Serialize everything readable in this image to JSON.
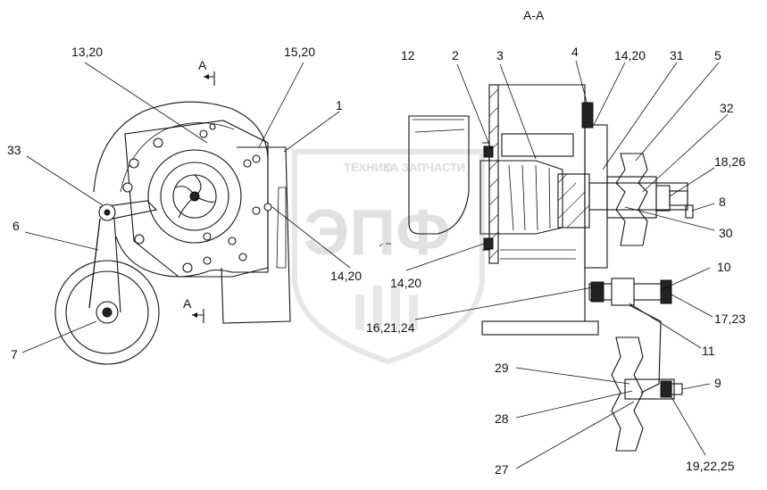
{
  "section_title": "А-А",
  "section_marks": [
    {
      "text": "А"
    },
    {
      "text": "А"
    }
  ],
  "watermark": {
    "brand_top": "ТЕХНИКА",
    "brand_bottom": "ЗАПЧАСТИ",
    "logo": "ЭПФ"
  },
  "callouts": [
    {
      "id": "c-13-20",
      "text": "13,20"
    },
    {
      "id": "c-15-20",
      "text": "15,20"
    },
    {
      "id": "c-1",
      "text": "1"
    },
    {
      "id": "c-33",
      "text": "33"
    },
    {
      "id": "c-6",
      "text": "6"
    },
    {
      "id": "c-7",
      "text": "7"
    },
    {
      "id": "c-14-20-a",
      "text": "14,20"
    },
    {
      "id": "c-14-20-b",
      "text": "14,20"
    },
    {
      "id": "c-16-21-24",
      "text": "16,21,24"
    },
    {
      "id": "c-12",
      "text": "12"
    },
    {
      "id": "c-2",
      "text": "2"
    },
    {
      "id": "c-3",
      "text": "3"
    },
    {
      "id": "c-4",
      "text": "4"
    },
    {
      "id": "c-14-20-c",
      "text": "14,20"
    },
    {
      "id": "c-31",
      "text": "31"
    },
    {
      "id": "c-5",
      "text": "5"
    },
    {
      "id": "c-32",
      "text": "32"
    },
    {
      "id": "c-18-26",
      "text": "18,26"
    },
    {
      "id": "c-8",
      "text": "8"
    },
    {
      "id": "c-30",
      "text": "30"
    },
    {
      "id": "c-10",
      "text": "10"
    },
    {
      "id": "c-17-23",
      "text": "17,23"
    },
    {
      "id": "c-11",
      "text": "11"
    },
    {
      "id": "c-29",
      "text": "29"
    },
    {
      "id": "c-9",
      "text": "9"
    },
    {
      "id": "c-28",
      "text": "28"
    },
    {
      "id": "c-27",
      "text": "27"
    },
    {
      "id": "c-19-22-25",
      "text": "19,22,25"
    }
  ]
}
